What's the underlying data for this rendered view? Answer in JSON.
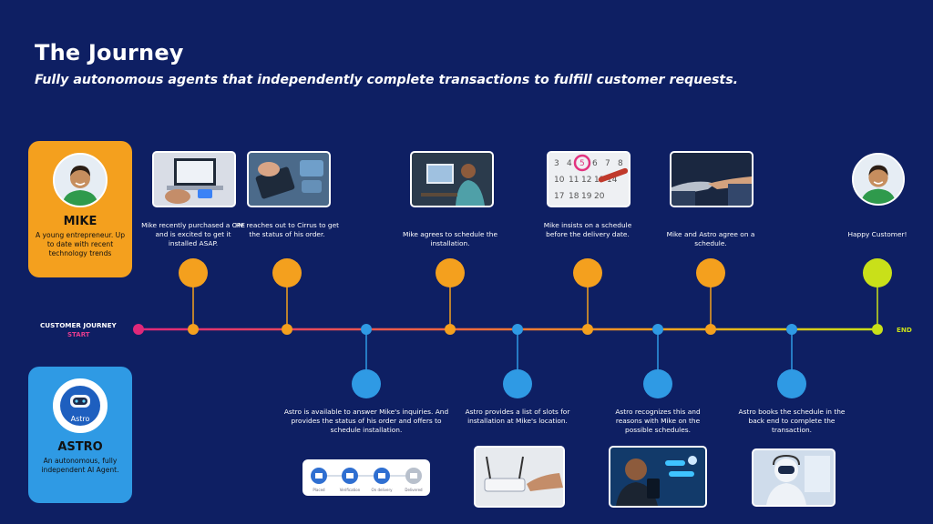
{
  "header": {
    "title": "The Journey",
    "subtitle": "Fully autonomous agents that independently complete transactions to fulfill customer requests."
  },
  "mike": {
    "name": "MIKE",
    "description": "A young entrepreneur. Up to date with recent technology trends"
  },
  "astro": {
    "name": "ASTRO",
    "badge": "Astro",
    "description": "An autonomous, fully independent AI Agent."
  },
  "timeline": {
    "journey_label": "CUSTOMER JOURNEY",
    "start_label": "START",
    "end_label": "END"
  },
  "mike_steps": [
    {
      "caption": "Mike recently purchased a CPE and is excited to get it installed ASAP.",
      "image": "laptop-shopping"
    },
    {
      "caption": "He reaches out to Cirrus to get the status of his order.",
      "image": "phone-chat"
    },
    {
      "caption": "Mike agrees to schedule the installation.",
      "image": "man-at-computer"
    },
    {
      "caption": "Mike insists on a schedule before the delivery date.",
      "image": "calendar"
    },
    {
      "caption": "Mike and Astro agree on a schedule.",
      "image": "robot-handshake"
    },
    {
      "caption": "Happy Customer!",
      "image": "happy-customer"
    }
  ],
  "astro_steps": [
    {
      "caption": "Astro is available to answer Mike's inquiries. And provides the status of his order and offers to schedule installation.",
      "image": "order-status"
    },
    {
      "caption": "Astro provides a list of slots for installation at Mike's location.",
      "image": "router"
    },
    {
      "caption": "Astro recognizes this and reasons with Mike on the possible schedules.",
      "image": "phone-ai"
    },
    {
      "caption": "Astro books the schedule in the back end to complete the transaction.",
      "image": "robot-agent"
    }
  ],
  "order_status_steps": [
    "Placed",
    "Verification",
    "On delivery",
    "Delivered"
  ],
  "colors": {
    "background": "#0e1f63",
    "mike": "#f4a01e",
    "astro": "#2f9ae4",
    "start": "#e0287a",
    "end": "#c9e019"
  }
}
